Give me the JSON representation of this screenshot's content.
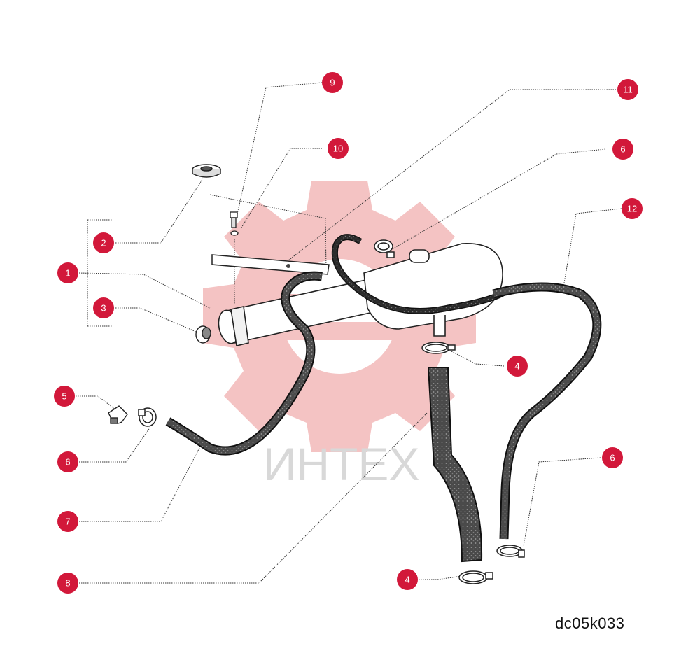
{
  "watermark": {
    "text": "ИНТЕХ",
    "gear_color": "#f4c3c3",
    "text_color": "#d8d8d8"
  },
  "drawing_code": "dc05k033",
  "badge_color": "#d2183a",
  "callouts": [
    {
      "id": "callout-1",
      "number": "1"
    },
    {
      "id": "callout-2",
      "number": "2"
    },
    {
      "id": "callout-3",
      "number": "3"
    },
    {
      "id": "callout-4a",
      "number": "4"
    },
    {
      "id": "callout-4b",
      "number": "4"
    },
    {
      "id": "callout-5",
      "number": "5"
    },
    {
      "id": "callout-6a",
      "number": "6"
    },
    {
      "id": "callout-6b",
      "number": "6"
    },
    {
      "id": "callout-6c",
      "number": "6"
    },
    {
      "id": "callout-7",
      "number": "7"
    },
    {
      "id": "callout-8",
      "number": "8"
    },
    {
      "id": "callout-9",
      "number": "9"
    },
    {
      "id": "callout-10",
      "number": "10"
    },
    {
      "id": "callout-11",
      "number": "11"
    },
    {
      "id": "callout-12",
      "number": "12"
    }
  ]
}
